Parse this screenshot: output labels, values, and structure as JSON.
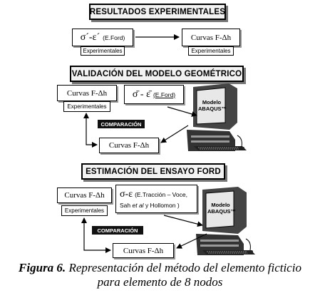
{
  "section1": {
    "title": "RESULTADOS EXPERIMENTALES",
    "left_box": {
      "formula": "σ´-ε´",
      "source": "(E.Ford)",
      "sub": "Experimentales"
    },
    "right_box": {
      "label": "Curvas F-Δh",
      "sub": "Experimentales"
    }
  },
  "section2": {
    "title": "VALIDACIÓN DEL MODELO GEOMÉTRICO",
    "curvas_top": "Curvas F-Δh",
    "curvas_top_sub": "Experimentales",
    "formula": "σ̄ - ε̄",
    "formula_source": "(E.Ford)",
    "computer_label": "Modelo ABAQUS™",
    "comparison": "COMPARACIÓN",
    "curvas_bottom": "Curvas F-Δh"
  },
  "section3": {
    "title": "ESTIMACIÓN DEL ENSAYO FORD",
    "curvas_top": "Curvas F-Δh",
    "curvas_top_sub": "Experimentales",
    "formula": "σ-ε",
    "formula_source_line1": "(E.Tracción – Voce,",
    "formula_source_line2_pre": "Sah ",
    "formula_source_line2_italic": "et al",
    "formula_source_line2_post": " y Hollomon )",
    "computer_label": "Modelo ABAQUS™",
    "comparison": "COMPARACIÓN",
    "curvas_bottom": "Curvas F-Δh"
  },
  "caption": {
    "figure": "Figura 6.",
    "line1_rest": " Representación del método del elemento ficticio",
    "line2": "para elemento de 8 nodos"
  }
}
